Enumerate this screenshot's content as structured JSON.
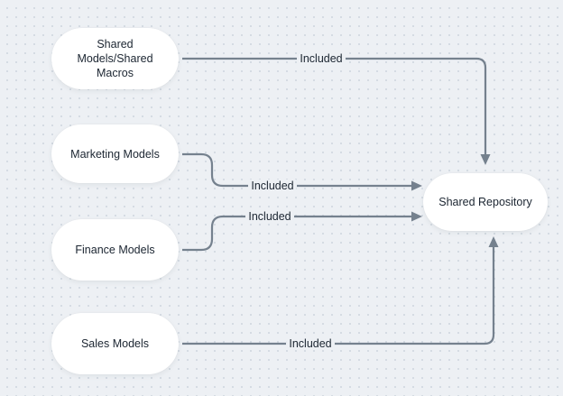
{
  "diagram": {
    "type": "flowchart",
    "colors": {
      "background": "#edf0f4",
      "grid_dot": "#d2d9e1",
      "node_fill": "#ffffff",
      "edge_stroke": "#75818e",
      "text": "#1b2531"
    },
    "nodes": [
      {
        "id": "shared-models-macros",
        "label": "Shared Models/Shared Macros",
        "lines": [
          "Shared",
          "Models/Shared",
          "Macros"
        ]
      },
      {
        "id": "marketing-models",
        "label": "Marketing Models"
      },
      {
        "id": "finance-models",
        "label": "Finance Models"
      },
      {
        "id": "sales-models",
        "label": "Sales Models"
      },
      {
        "id": "shared-repository",
        "label": "Shared Repository"
      }
    ],
    "edges": [
      {
        "from": "Shared Models/Shared Macros",
        "to": "Shared Repository",
        "label": "Included"
      },
      {
        "from": "Marketing Models",
        "to": "Shared Repository",
        "label": "Included"
      },
      {
        "from": "Finance Models",
        "to": "Shared Repository",
        "label": "Included"
      },
      {
        "from": "Sales Models",
        "to": "Shared Repository",
        "label": "Included"
      }
    ]
  }
}
